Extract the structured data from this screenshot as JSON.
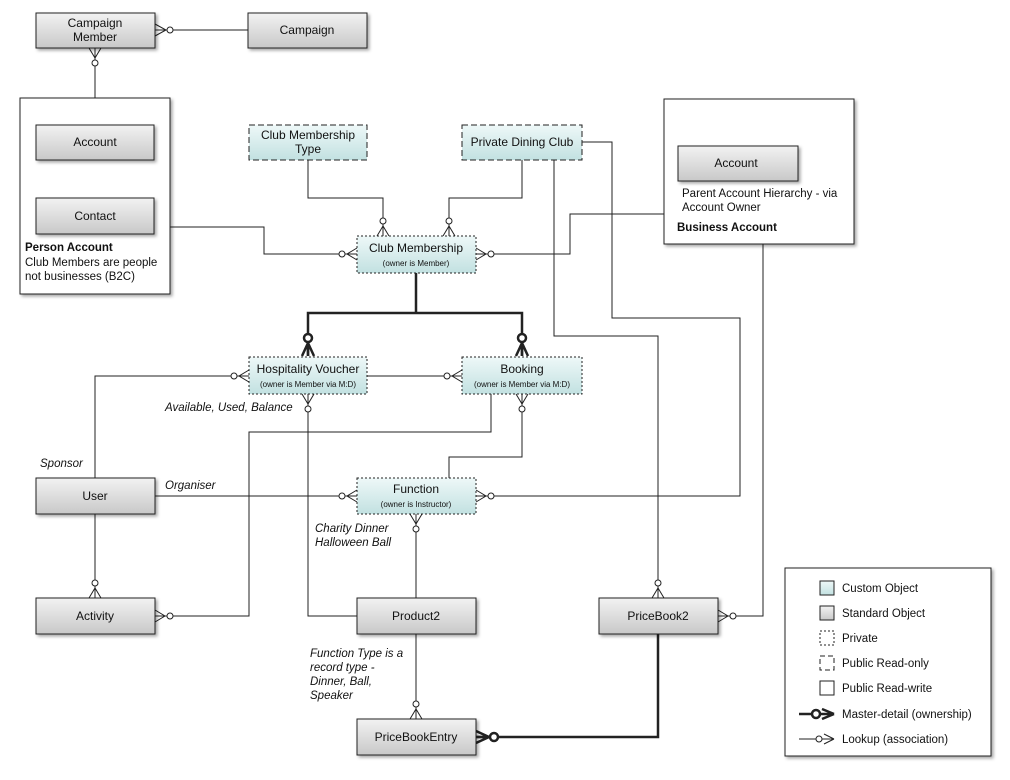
{
  "objects": {
    "campaign_member": {
      "line1": "Campaign",
      "line2": "Member"
    },
    "campaign": {
      "label": "Campaign"
    },
    "person_account_inner_account": {
      "label": "Account"
    },
    "contact": {
      "label": "Contact"
    },
    "person_account": {
      "title": "Person Account",
      "desc1": "Club Members are people",
      "desc2": "not businesses (B2C)"
    },
    "club_membership_type": {
      "line1": "Club Membership",
      "line2": "Type"
    },
    "private_dining_club": {
      "label": "Private Dining Club"
    },
    "business_account_inner_account": {
      "label": "Account"
    },
    "business_account": {
      "title": "Business Account",
      "desc1": "Parent Account Hierarchy - via",
      "desc2": "Account Owner"
    },
    "club_membership": {
      "label": "Club Membership",
      "sub": "(owner is Member)"
    },
    "hospitality_voucher": {
      "label": "Hospitality Voucher",
      "sub": "(owner is Member via M:D)"
    },
    "booking": {
      "label": "Booking",
      "sub": "(owner is Member via M:D)"
    },
    "user": {
      "label": "User"
    },
    "function": {
      "label": "Function",
      "sub": "(owner is Instructor)"
    },
    "activity": {
      "label": "Activity"
    },
    "product2": {
      "label": "Product2"
    },
    "pricebook2": {
      "label": "PriceBook2"
    },
    "pricebookentry": {
      "label": "PriceBookEntry"
    }
  },
  "annotations": {
    "voucher_fields": "Available, Used, Balance",
    "sponsor": "Sponsor",
    "organiser": "Organiser",
    "function_examples_1": "Charity Dinner",
    "function_examples_2": "Halloween Ball",
    "function_type_1": "Function Type is a",
    "function_type_2": "record type -",
    "function_type_3": "Dinner, Ball,",
    "function_type_4": "Speaker"
  },
  "legend": {
    "custom_object": "Custom Object",
    "standard_object": "Standard Object",
    "private": "Private",
    "public_read_only": "Public Read-only",
    "public_read_write": "Public Read-write",
    "master_detail": "Master-detail (ownership)",
    "lookup": "Lookup (association)"
  },
  "colors": {
    "custom_object": "#d4ecec",
    "standard_object": "#d8d8d8",
    "line": "#222222"
  }
}
